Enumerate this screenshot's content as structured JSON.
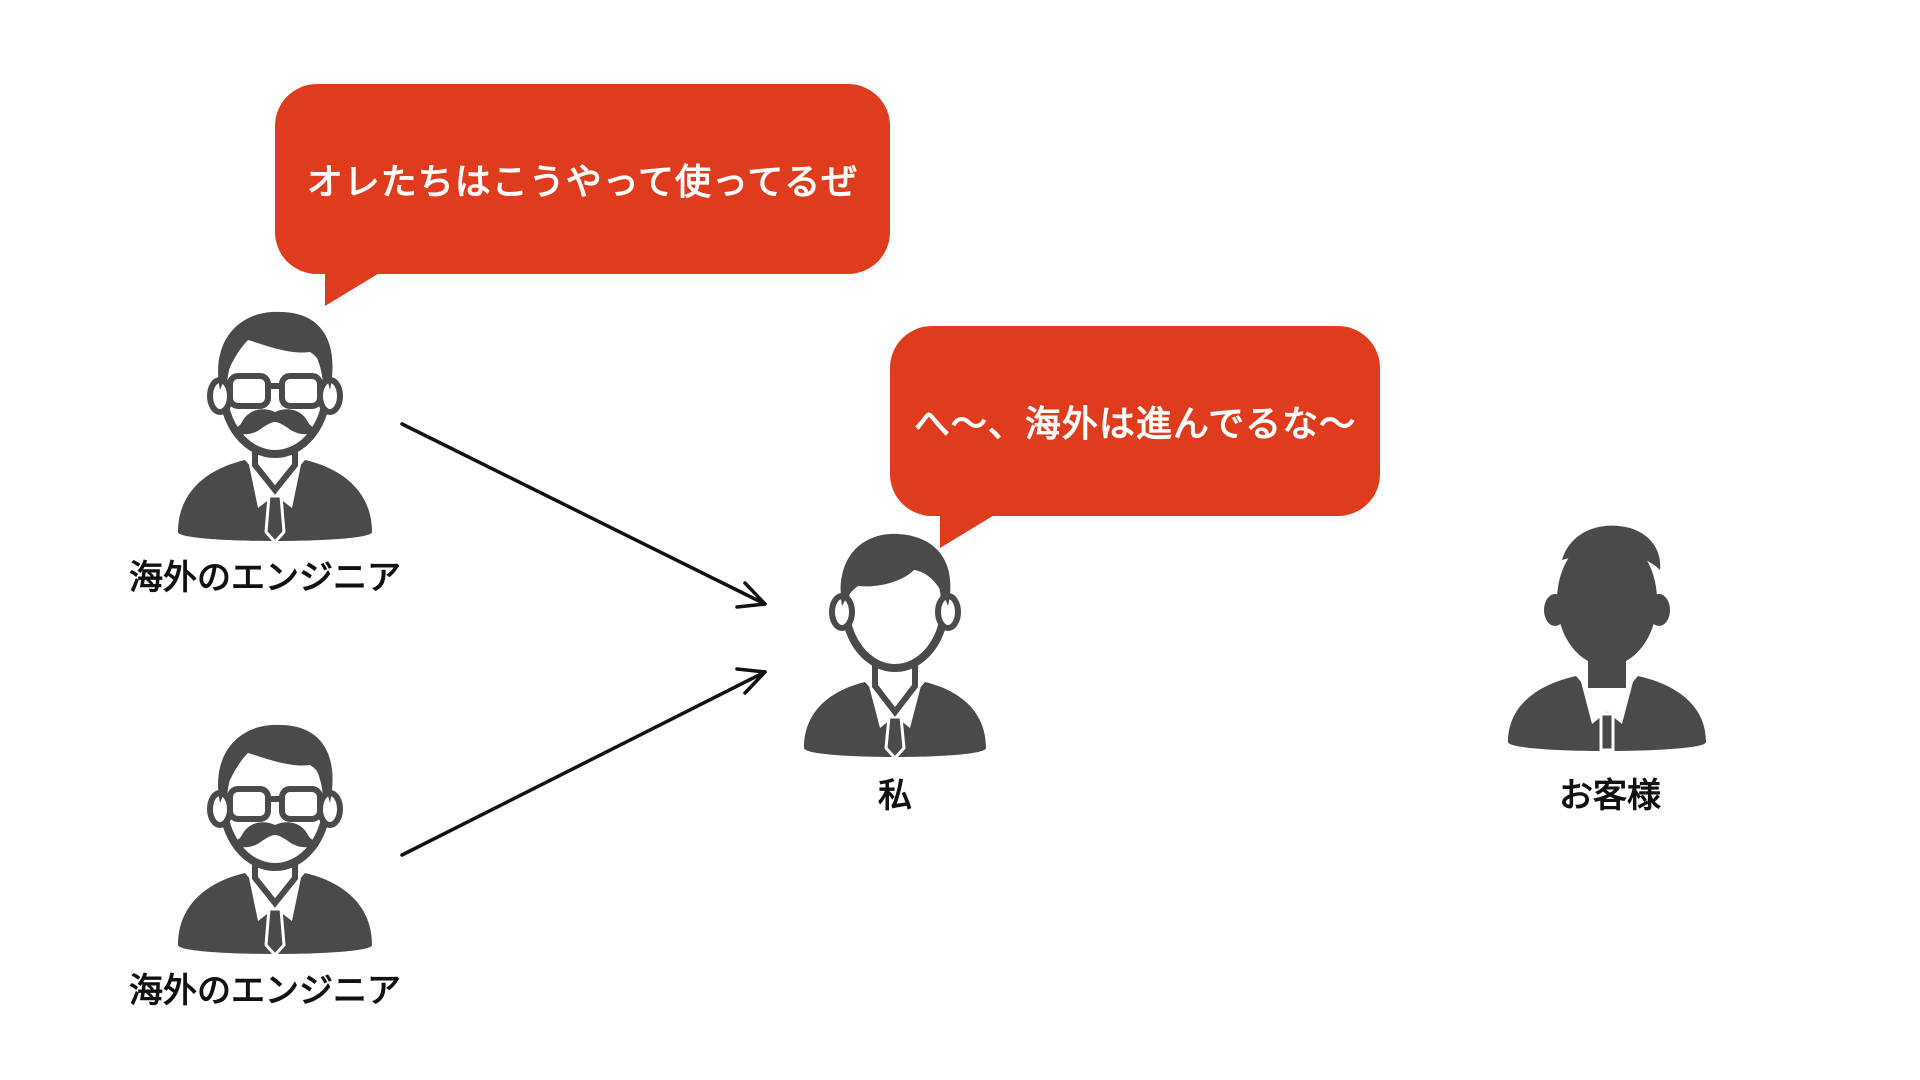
{
  "bubbles": {
    "engineer": "オレたちはこうやって使ってるぜ",
    "me": "へ〜、海外は進んでるな〜"
  },
  "labels": {
    "engineer_top": "海外のエンジニア",
    "engineer_bottom": "海外のエンジニア",
    "me": "私",
    "customer": "お客様"
  },
  "colors": {
    "bubble": "#de3c1c",
    "figure": "#4a4a4a",
    "arrow": "#111111"
  },
  "icons": {
    "engineer": "person-with-glasses-mustache-icon",
    "me": "person-icon",
    "customer": "person-silhouette-icon"
  }
}
